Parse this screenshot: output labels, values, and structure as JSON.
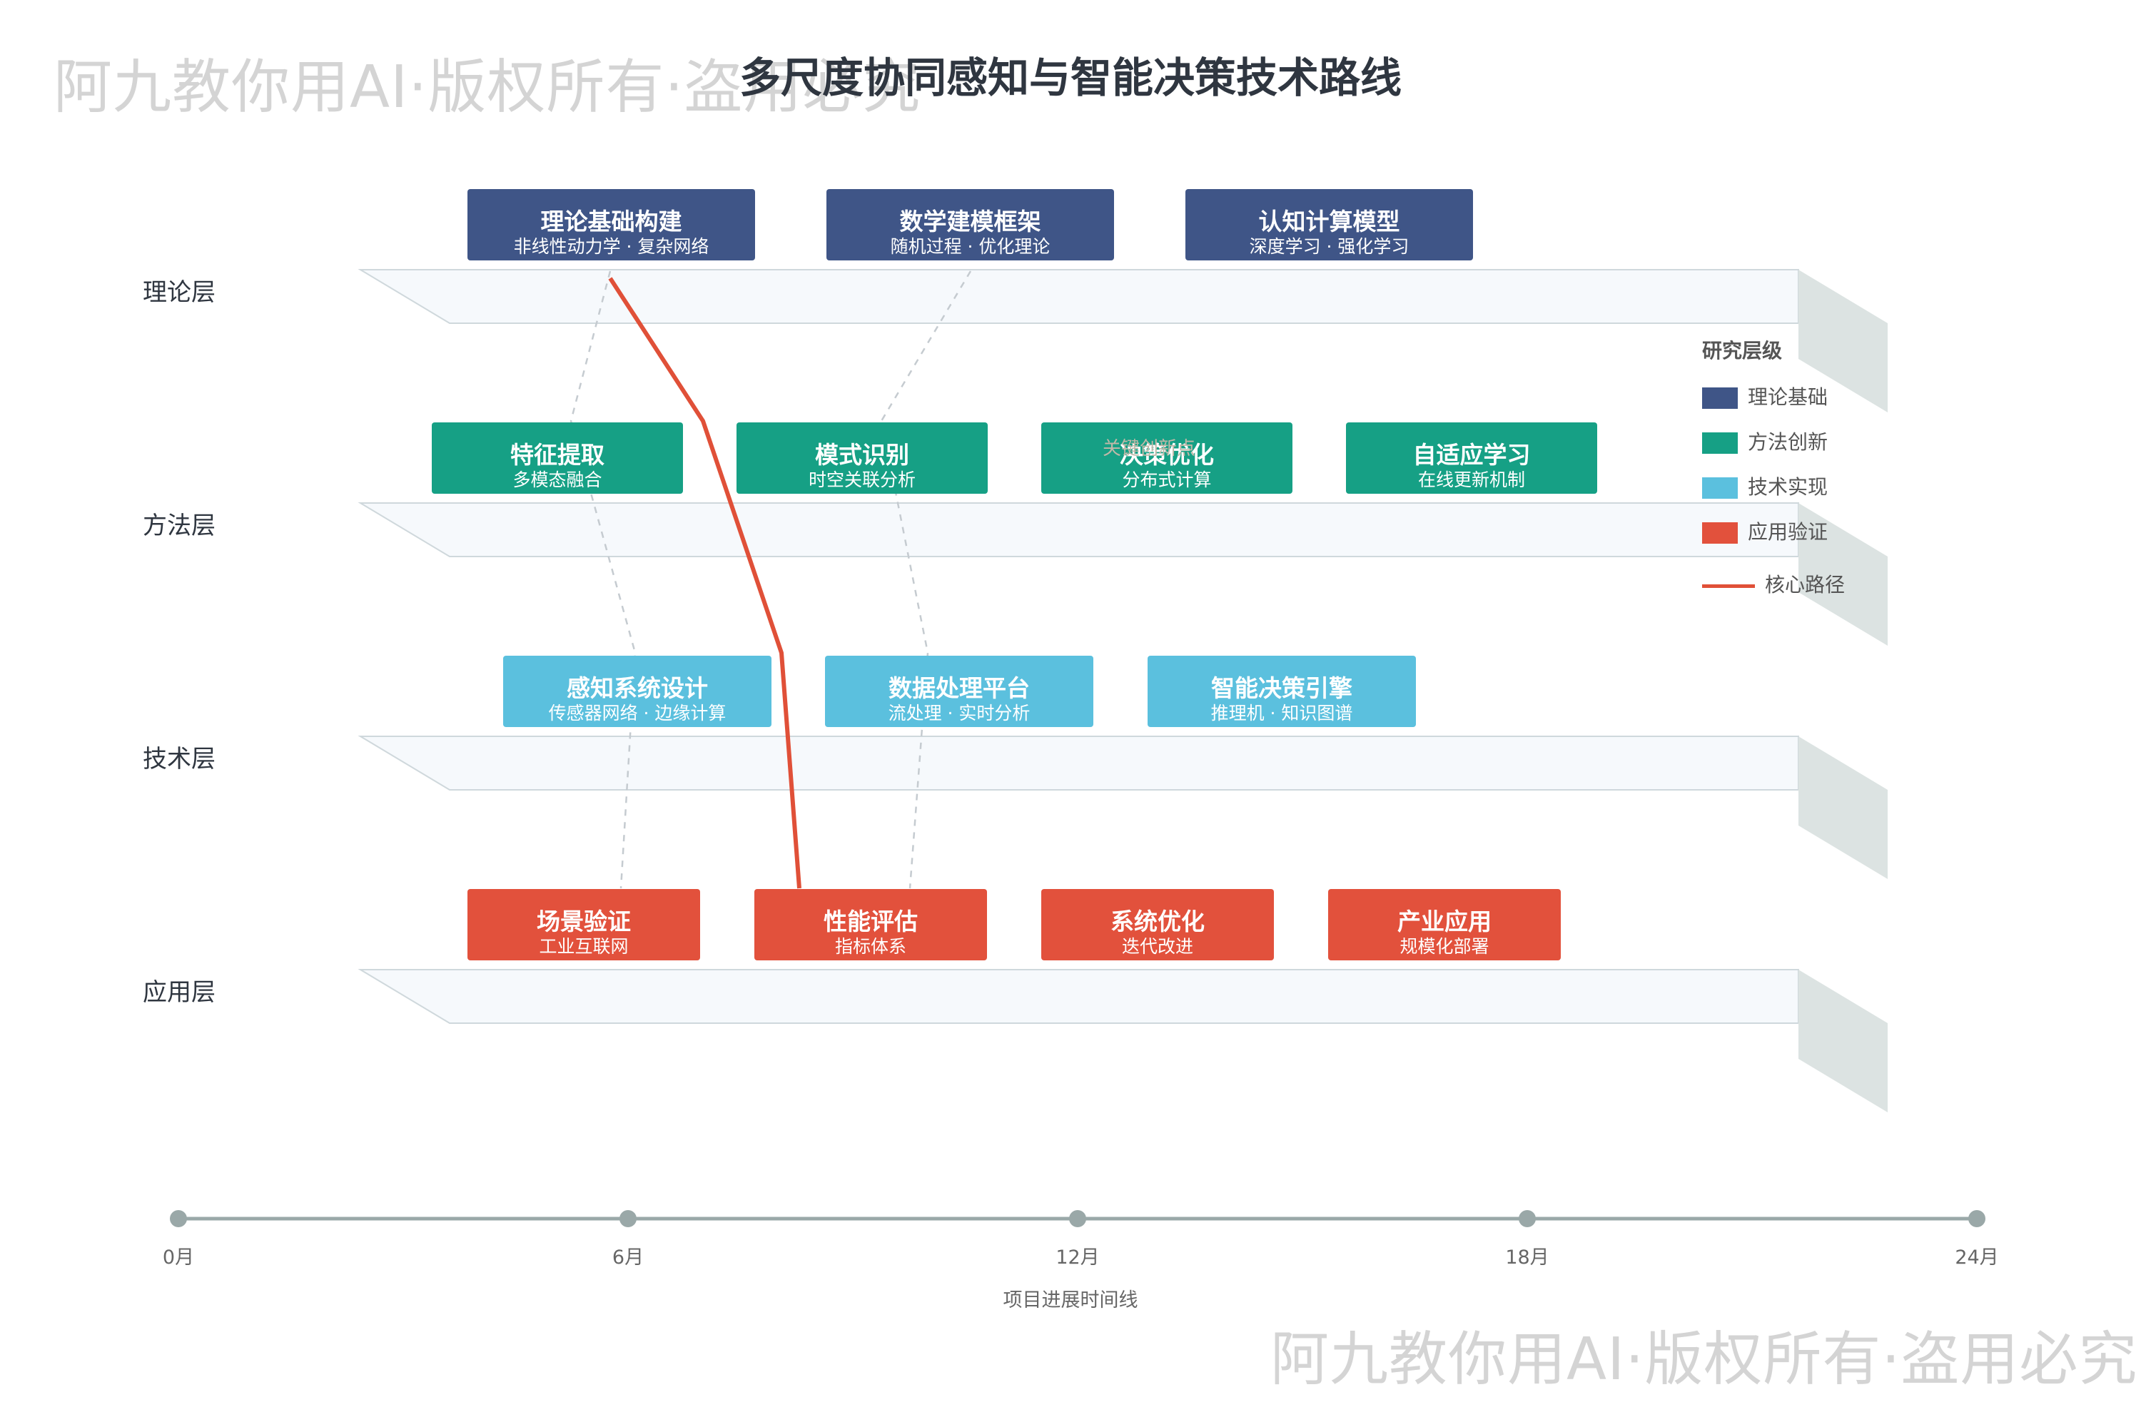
{
  "watermark": "阿九教你用AI·版权所有·盗用必究",
  "title": "多尺度协同感知与智能决策技术路线",
  "layers": [
    {
      "label": "理论层"
    },
    {
      "label": "方法层"
    },
    {
      "label": "技术层"
    },
    {
      "label": "应用层"
    }
  ],
  "boxes": {
    "theory": [
      {
        "title": "理论基础构建",
        "sub": "非线性动力学 · 复杂网络"
      },
      {
        "title": "数学建模框架",
        "sub": "随机过程 · 优化理论"
      },
      {
        "title": "认知计算模型",
        "sub": "深度学习 · 强化学习"
      }
    ],
    "method": [
      {
        "title": "特征提取",
        "sub": "多模态融合"
      },
      {
        "title": "模式识别",
        "sub": "时空关联分析"
      },
      {
        "title": "决策优化",
        "sub": "分布式计算"
      },
      {
        "title": "自适应学习",
        "sub": "在线更新机制"
      }
    ],
    "tech": [
      {
        "title": "感知系统设计",
        "sub": "传感器网络 · 边缘计算"
      },
      {
        "title": "数据处理平台",
        "sub": "流处理 · 实时分析"
      },
      {
        "title": "智能决策引擎",
        "sub": "推理机 · 知识图谱"
      }
    ],
    "app": [
      {
        "title": "场景验证",
        "sub": "工业互联网"
      },
      {
        "title": "性能评估",
        "sub": "指标体系"
      },
      {
        "title": "系统优化",
        "sub": "迭代改进"
      },
      {
        "title": "产业应用",
        "sub": "规模化部署"
      }
    ]
  },
  "key_point_label": "关键创新点",
  "legend": {
    "title": "研究层级",
    "items": [
      {
        "label": "理论基础",
        "color": "#3f5587"
      },
      {
        "label": "方法创新",
        "color": "#16a085"
      },
      {
        "label": "技术实现",
        "color": "#5bc0de"
      },
      {
        "label": "应用验证",
        "color": "#e2513c"
      }
    ],
    "line_label": "核心路径",
    "line_color": "#e05038"
  },
  "timeline": {
    "ticks": [
      "0月",
      "6月",
      "12月",
      "18月",
      "24月"
    ],
    "title": "项目进展时间线"
  },
  "colors": {
    "theory": "#3f5587",
    "method": "#16a085",
    "tech": "#5bc0de",
    "app": "#e2513c",
    "band": "#f6f9fc",
    "band_side": "#dce3e2",
    "axis": "#9aa8a8"
  }
}
